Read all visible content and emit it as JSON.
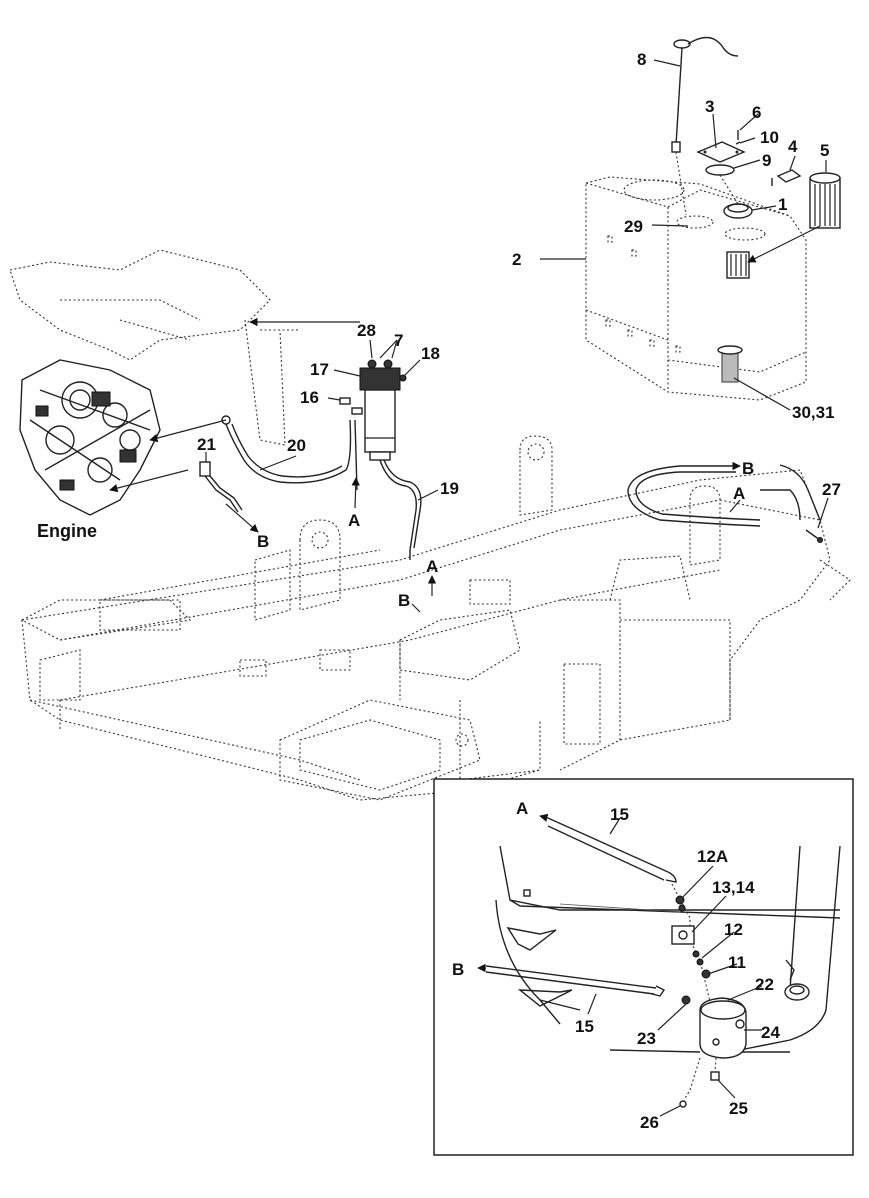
{
  "title": "",
  "labels": {
    "engine": "Engine",
    "l1": "1",
    "l2": "2",
    "l3": "3",
    "l4": "4",
    "l5": "5",
    "l6": "6",
    "l7": "7",
    "l8": "8",
    "l9": "9",
    "l10": "10",
    "l16": "16",
    "l17": "17",
    "l18": "18",
    "l19": "19",
    "l20": "20",
    "l21": "21",
    "l27": "27",
    "l28": "28",
    "l29": "29",
    "l3031": "30,31",
    "arrowA_main": "A",
    "arrowB_main": "B",
    "arrowA_frame": "A",
    "arrowB_frame": "B",
    "arrowA_tank": "A",
    "arrowB_tank": "B"
  },
  "inset": {
    "arrowA": "A",
    "arrowB": "B",
    "l15a": "15",
    "l15b": "15",
    "l12A": "12A",
    "l1314": "13,14",
    "l12": "12",
    "l11": "11",
    "l22": "22",
    "l23": "23",
    "l24": "24",
    "l25": "25",
    "l26": "26"
  }
}
